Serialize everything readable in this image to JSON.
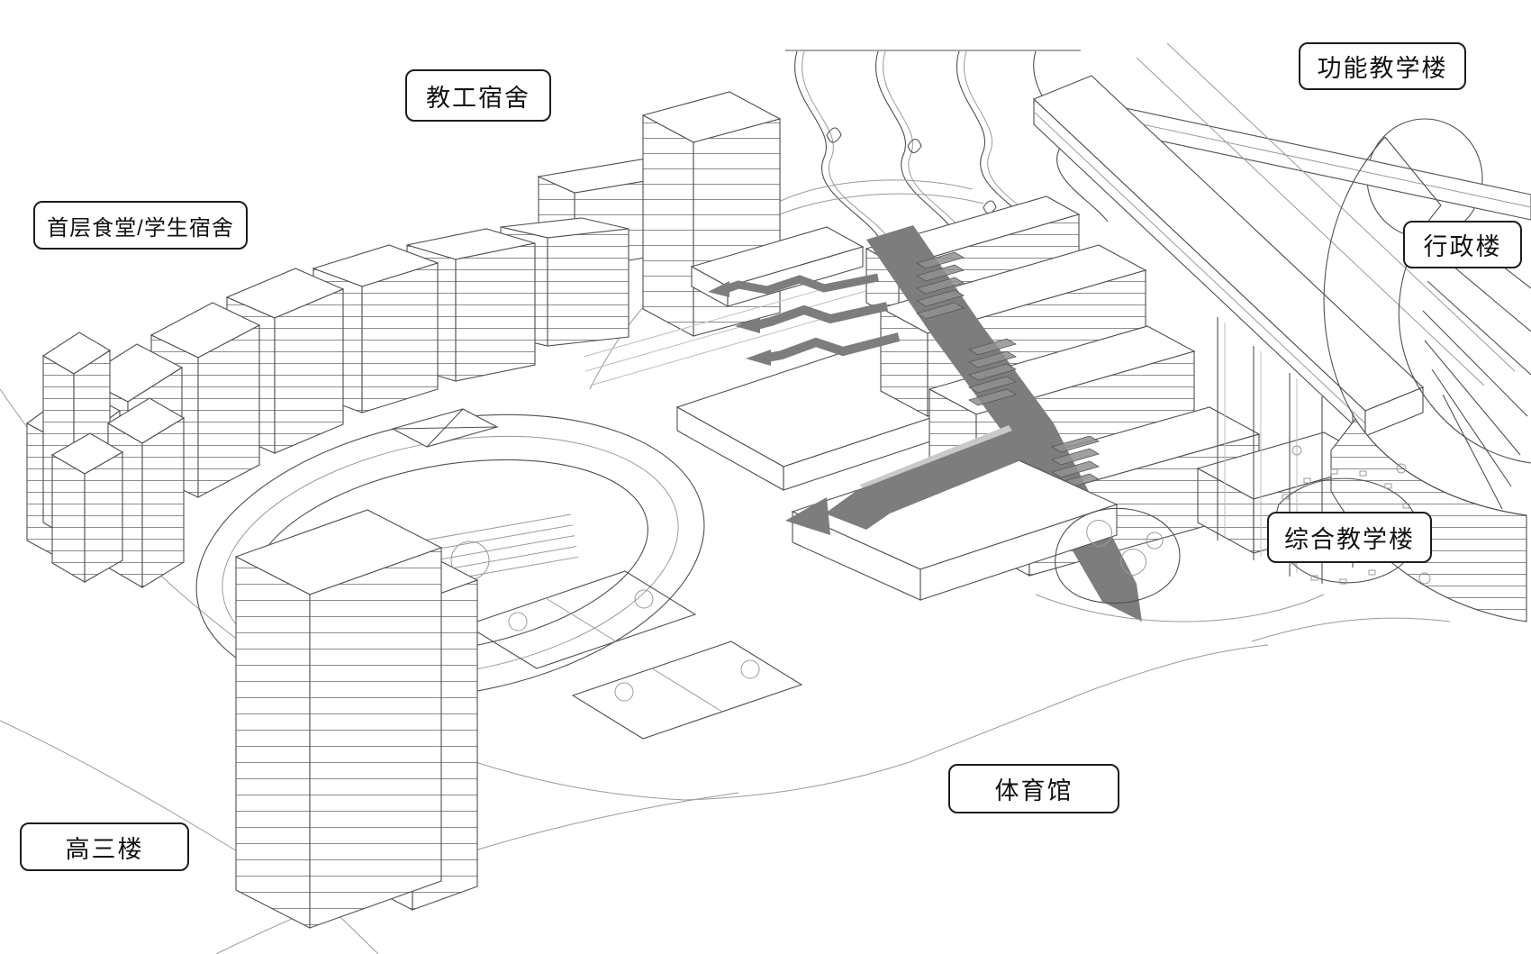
{
  "figure": {
    "type": "axonometric-campus-line-drawing",
    "background": "#ffffff",
    "line_color": "#4f4f4f",
    "accent_path_color": "#7d7d7d",
    "label_border_color": "#1c1c1c",
    "label_text_color": "#111111"
  },
  "labels": [
    {
      "id": "functional-teaching-building",
      "text": "功能教学楼"
    },
    {
      "id": "staff-dormitory",
      "text": "教工宿舍"
    },
    {
      "id": "ground-floor-canteen-student-dormitory",
      "text": "首层食堂/学生宿舍"
    },
    {
      "id": "administration-building",
      "text": "行政楼"
    },
    {
      "id": "comprehensive-teaching-building",
      "text": "综合教学楼"
    },
    {
      "id": "gymnasium",
      "text": "体育馆"
    },
    {
      "id": "senior-three-building",
      "text": "高三楼"
    }
  ]
}
